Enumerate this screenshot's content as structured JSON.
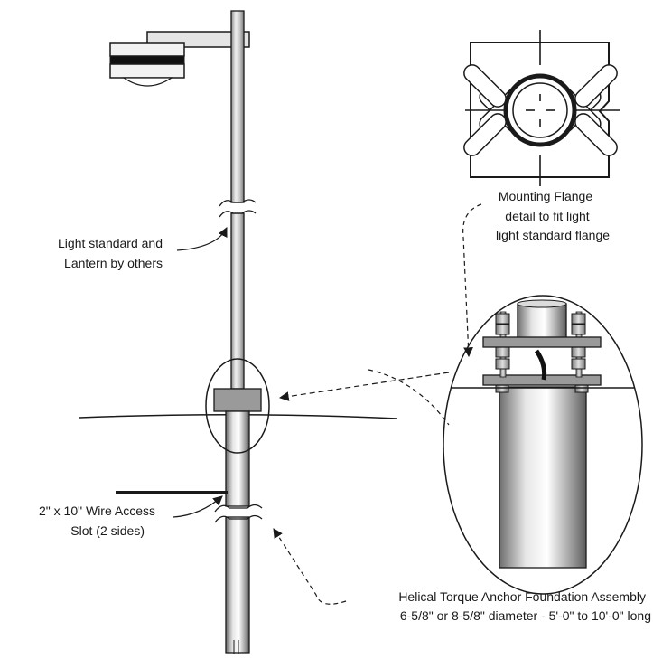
{
  "labels": {
    "flange_detail": [
      "Mounting Flange",
      "detail to fit light",
      "light standard flange"
    ],
    "light_standard": [
      "Light standard and",
      "Lantern by others"
    ],
    "wire_access": [
      "2\" x 10\" Wire Access",
      "Slot (2 sides)"
    ],
    "anchor": [
      "Helical Torque Anchor Foundation Assembly",
      "6-5/8\" or 8-5/8\" diameter - 5'-0\" to 10'-0\" long"
    ]
  },
  "colors": {
    "line": "#1a1a1a",
    "pole_light": "#e8e8e8",
    "pole_dark": "#8a8a8a",
    "flange": "#9a9a9a"
  }
}
